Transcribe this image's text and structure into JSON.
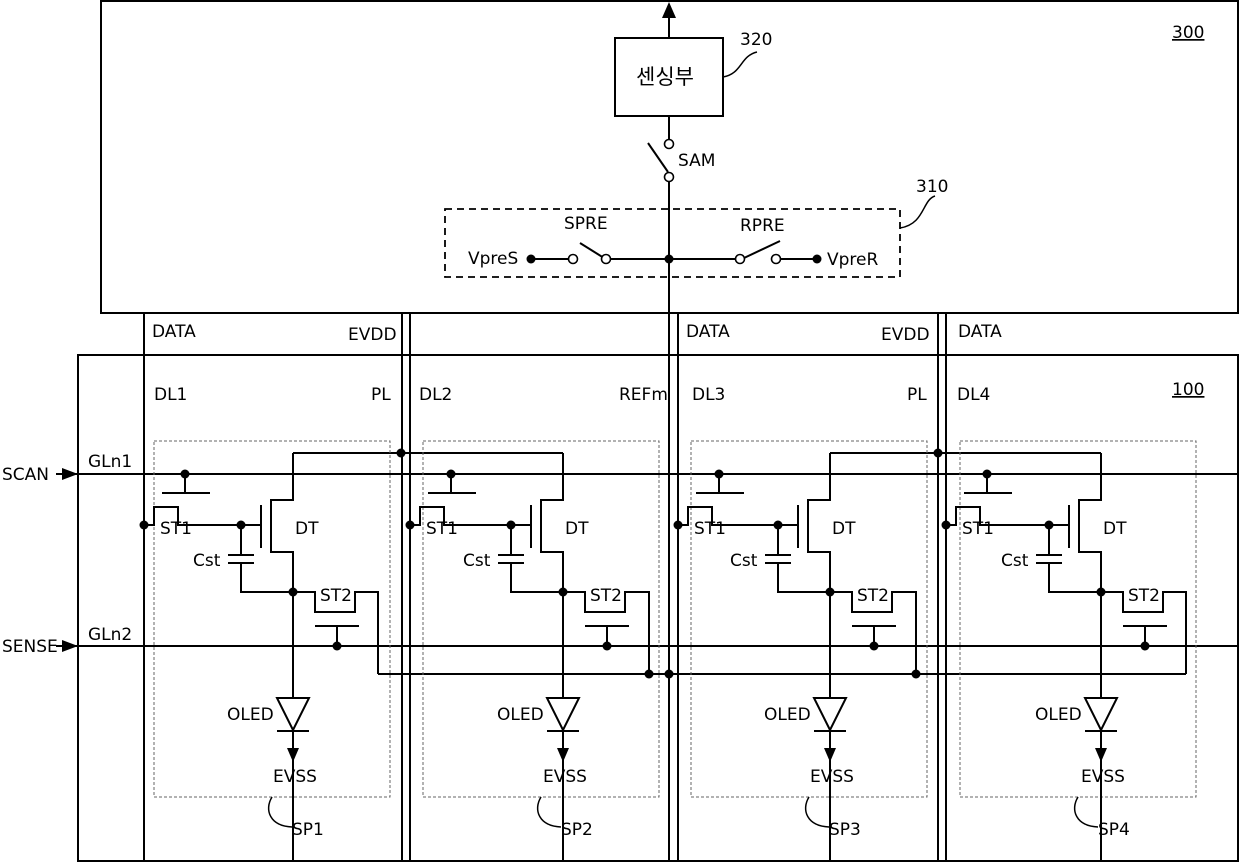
{
  "refs": {
    "top_block": "300",
    "panel": "100",
    "sensing_unit": "320",
    "precharge_block": "310"
  },
  "sensing_unit_label": "센싱부",
  "switches": {
    "sam": "SAM",
    "spre": "SPRE",
    "rpre": "RPRE"
  },
  "voltages": {
    "vpres": "VpreS",
    "vprer": "VpreR"
  },
  "signals": {
    "scan": "SCAN",
    "sense": "SENSE",
    "gln1": "GLn1",
    "gln2": "GLn2"
  },
  "column_labels": {
    "data": "DATA",
    "evdd": "EVDD",
    "dl1": "DL1",
    "dl2": "DL2",
    "dl3": "DL3",
    "dl4": "DL4",
    "pl": "PL",
    "refm": "REFm"
  },
  "device_labels": {
    "st1": "ST1",
    "st2": "ST2",
    "dt": "DT",
    "cst": "Cst",
    "oled": "OLED",
    "evss": "EVSS"
  },
  "subpixels": [
    "SP1",
    "SP2",
    "SP3",
    "SP4"
  ]
}
